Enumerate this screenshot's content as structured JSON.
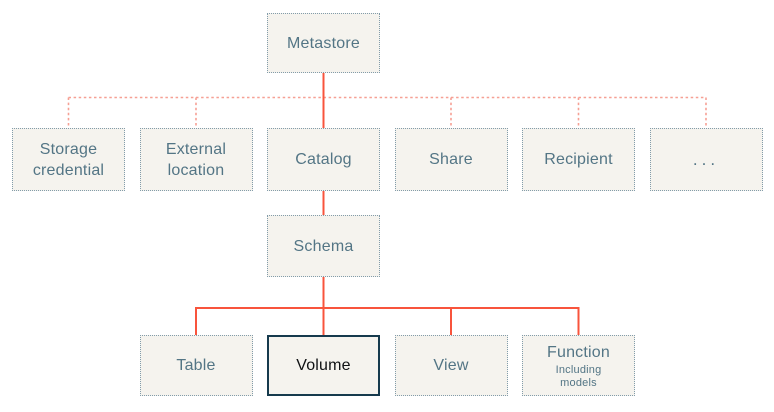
{
  "nodes": {
    "metastore": {
      "label": "Metastore"
    },
    "storage_credential": {
      "label": "Storage credential"
    },
    "external_location": {
      "label": "External location"
    },
    "catalog": {
      "label": "Catalog"
    },
    "share": {
      "label": "Share"
    },
    "recipient": {
      "label": "Recipient"
    },
    "more": {
      "label": "..."
    },
    "schema": {
      "label": "Schema"
    },
    "table": {
      "label": "Table"
    },
    "volume": {
      "label": "Volume",
      "highlighted": true
    },
    "view": {
      "label": "View"
    },
    "function": {
      "label": "Function",
      "sublabel": "Including models"
    }
  },
  "edges": [
    {
      "from": "metastore",
      "to": "catalog",
      "style": "solid"
    },
    {
      "from": "metastore",
      "to": "storage_credential",
      "style": "dashed"
    },
    {
      "from": "metastore",
      "to": "external_location",
      "style": "dashed"
    },
    {
      "from": "metastore",
      "to": "share",
      "style": "dashed"
    },
    {
      "from": "metastore",
      "to": "recipient",
      "style": "dashed"
    },
    {
      "from": "metastore",
      "to": "more",
      "style": "dashed"
    },
    {
      "from": "catalog",
      "to": "schema",
      "style": "solid"
    },
    {
      "from": "schema",
      "to": "table",
      "style": "solid"
    },
    {
      "from": "schema",
      "to": "volume",
      "style": "solid"
    },
    {
      "from": "schema",
      "to": "view",
      "style": "solid"
    },
    {
      "from": "schema",
      "to": "function",
      "style": "solid"
    }
  ],
  "colors": {
    "background": "#ffffff",
    "node_background": "#f5f3ee",
    "node_border": "#829caa",
    "node_text": "#537585",
    "highlight_border": "#163a4d",
    "highlight_text": "#101214",
    "solid_connector": "#f8543c",
    "dashed_connector": "#f6a094"
  }
}
